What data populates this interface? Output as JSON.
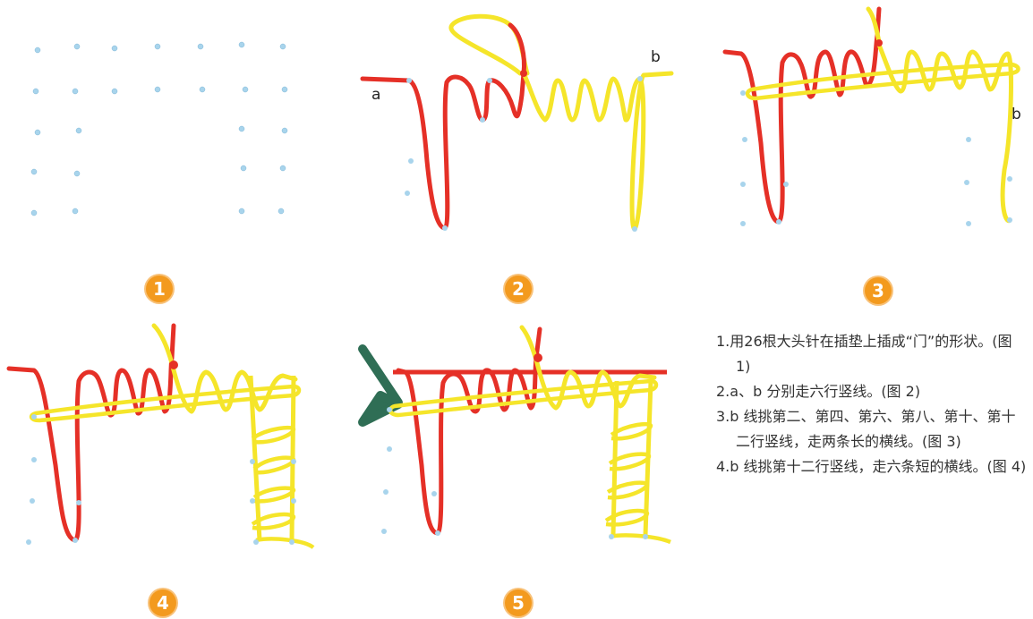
{
  "steps": [
    {
      "number": "1"
    },
    {
      "number": "2",
      "thread_a_label": "a",
      "thread_b_label": "b"
    },
    {
      "number": "3",
      "thread_b_label": "b"
    },
    {
      "number": "4"
    },
    {
      "number": "5"
    }
  ],
  "instructions": [
    "1.用26根大头针在插垫上插成“门”的形状。(图 1)",
    "2.a、b 分别走六行竖线。(图 2)",
    "3.b 线挑第二、第四、第六、第八、第十、第十二行竖线，走两条长的横线。(图 3)",
    "4.b 线挑第十二行竖线，走六条短的横线。(图 4)"
  ],
  "colors": {
    "red_thread": "#e53027",
    "yellow_thread": "#f5e52a",
    "pin": "#a8d4ec",
    "badge": "#f39a1e"
  },
  "icons": [
    "pin-icon",
    "needle-icon"
  ]
}
